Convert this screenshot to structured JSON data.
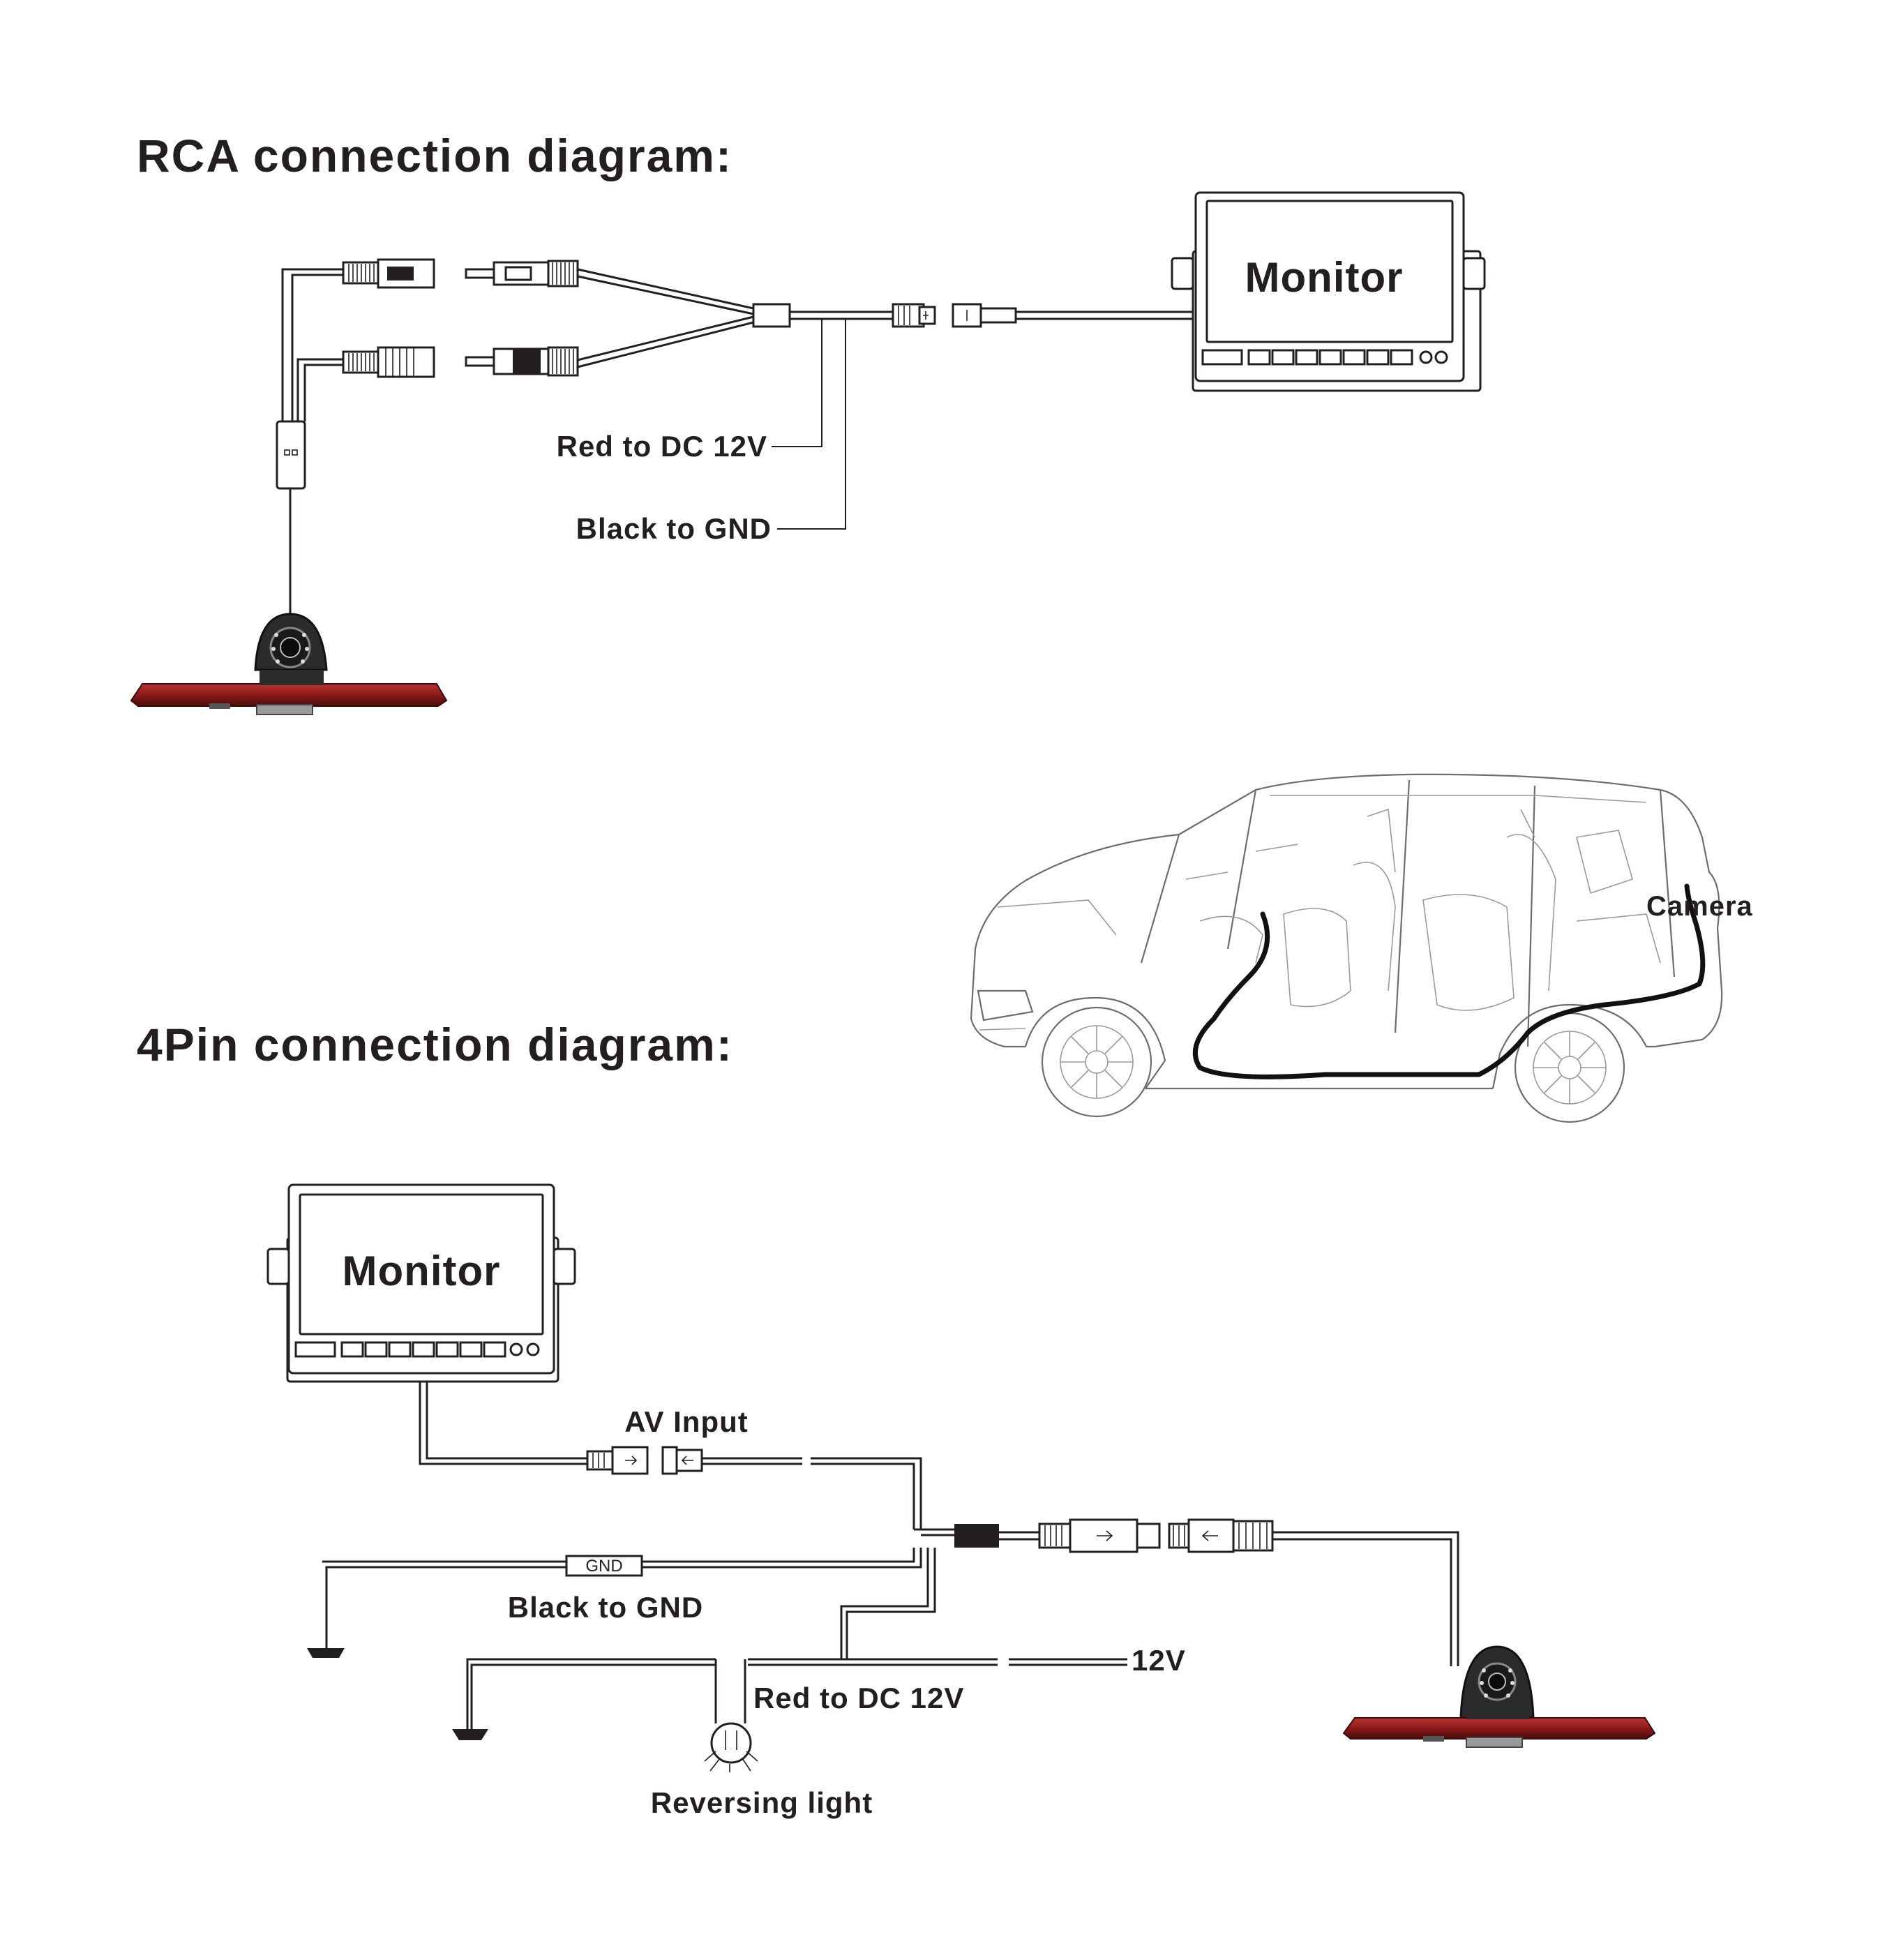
{
  "rca_section": {
    "title": "RCA connection diagram:",
    "monitor_label": "Monitor",
    "red_label": "Red to DC 12V",
    "black_label": "Black to GND"
  },
  "car_section": {
    "camera_label": "Camera"
  },
  "pin_section": {
    "title": "4Pin connection diagram:",
    "monitor_label": "Monitor",
    "av_input_label": "AV Input",
    "gnd_tag": "GND",
    "black_label": "Black to GND",
    "v12_label": "12V",
    "red_label": "Red to DC 12V",
    "reversing_label": "Reversing light"
  },
  "colors": {
    "ink": "#231f20",
    "lamp_red": "#8b1a1a",
    "lamp_dark": "#5c0f0f",
    "camera_body": "#2b2b2b",
    "car_line": "#6d6d6d",
    "cable_route": "#111111"
  },
  "icons": [
    "monitor-icon",
    "camera-icon",
    "rca-plug-icon",
    "aviation-connector-icon",
    "ground-icon",
    "lamp-icon",
    "car-icon"
  ]
}
